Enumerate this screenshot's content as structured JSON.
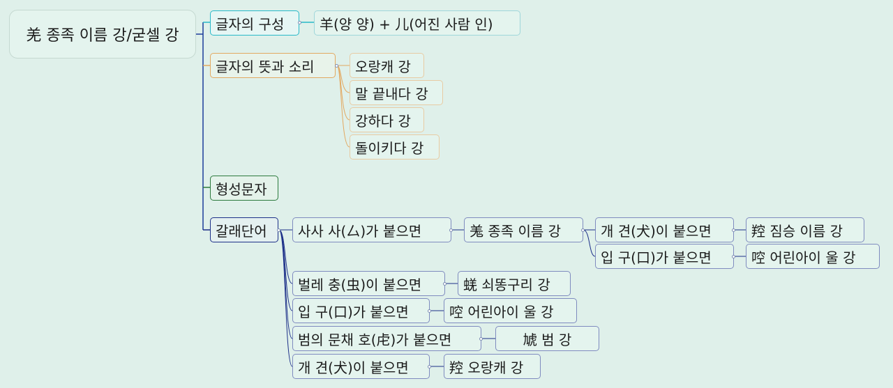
{
  "root": "羌 종족 이름 강/굳셀 강",
  "branches": {
    "structure": {
      "label": "글자의 구성",
      "detail": "羊(양 양) + 儿(어진 사람 인)"
    },
    "meaning": {
      "label": "글자의 뜻과 소리",
      "items": [
        "오랑캐 강",
        "말 끝내다 강",
        "강하다 강",
        "돌이키다 강"
      ]
    },
    "type": {
      "label": "형성문자"
    },
    "derived": {
      "label": "갈래단어",
      "first": {
        "rule": "사사 사(厶)가 붙으면",
        "result": "羗 종족 이름 강",
        "subs": [
          {
            "rule": "개 견(犬)이 붙으면",
            "result": "羫 짐승 이름 강"
          },
          {
            "rule": "입 구(口)가 붙으면",
            "result": "啌 어린아이 울 강"
          }
        ]
      },
      "others": [
        {
          "rule": "벌레 충(虫)이 붙으면",
          "result": "蜣 쇠똥구리 강"
        },
        {
          "rule": "입 구(口)가 붙으면",
          "result": "啌 어린아이 울 강"
        },
        {
          "rule": "범의 문채 호(虍)가 붙으면",
          "result": "虓 범 강"
        },
        {
          "rule": "개 견(犬)이 붙으면",
          "result": "羫 오랑캐 강"
        }
      ]
    }
  },
  "colors": {
    "background": "#dff0ea",
    "structure": "#27b8c8",
    "meaning": "#e2a860",
    "type": "#2c7a3d",
    "derived": "#1c2f88"
  }
}
